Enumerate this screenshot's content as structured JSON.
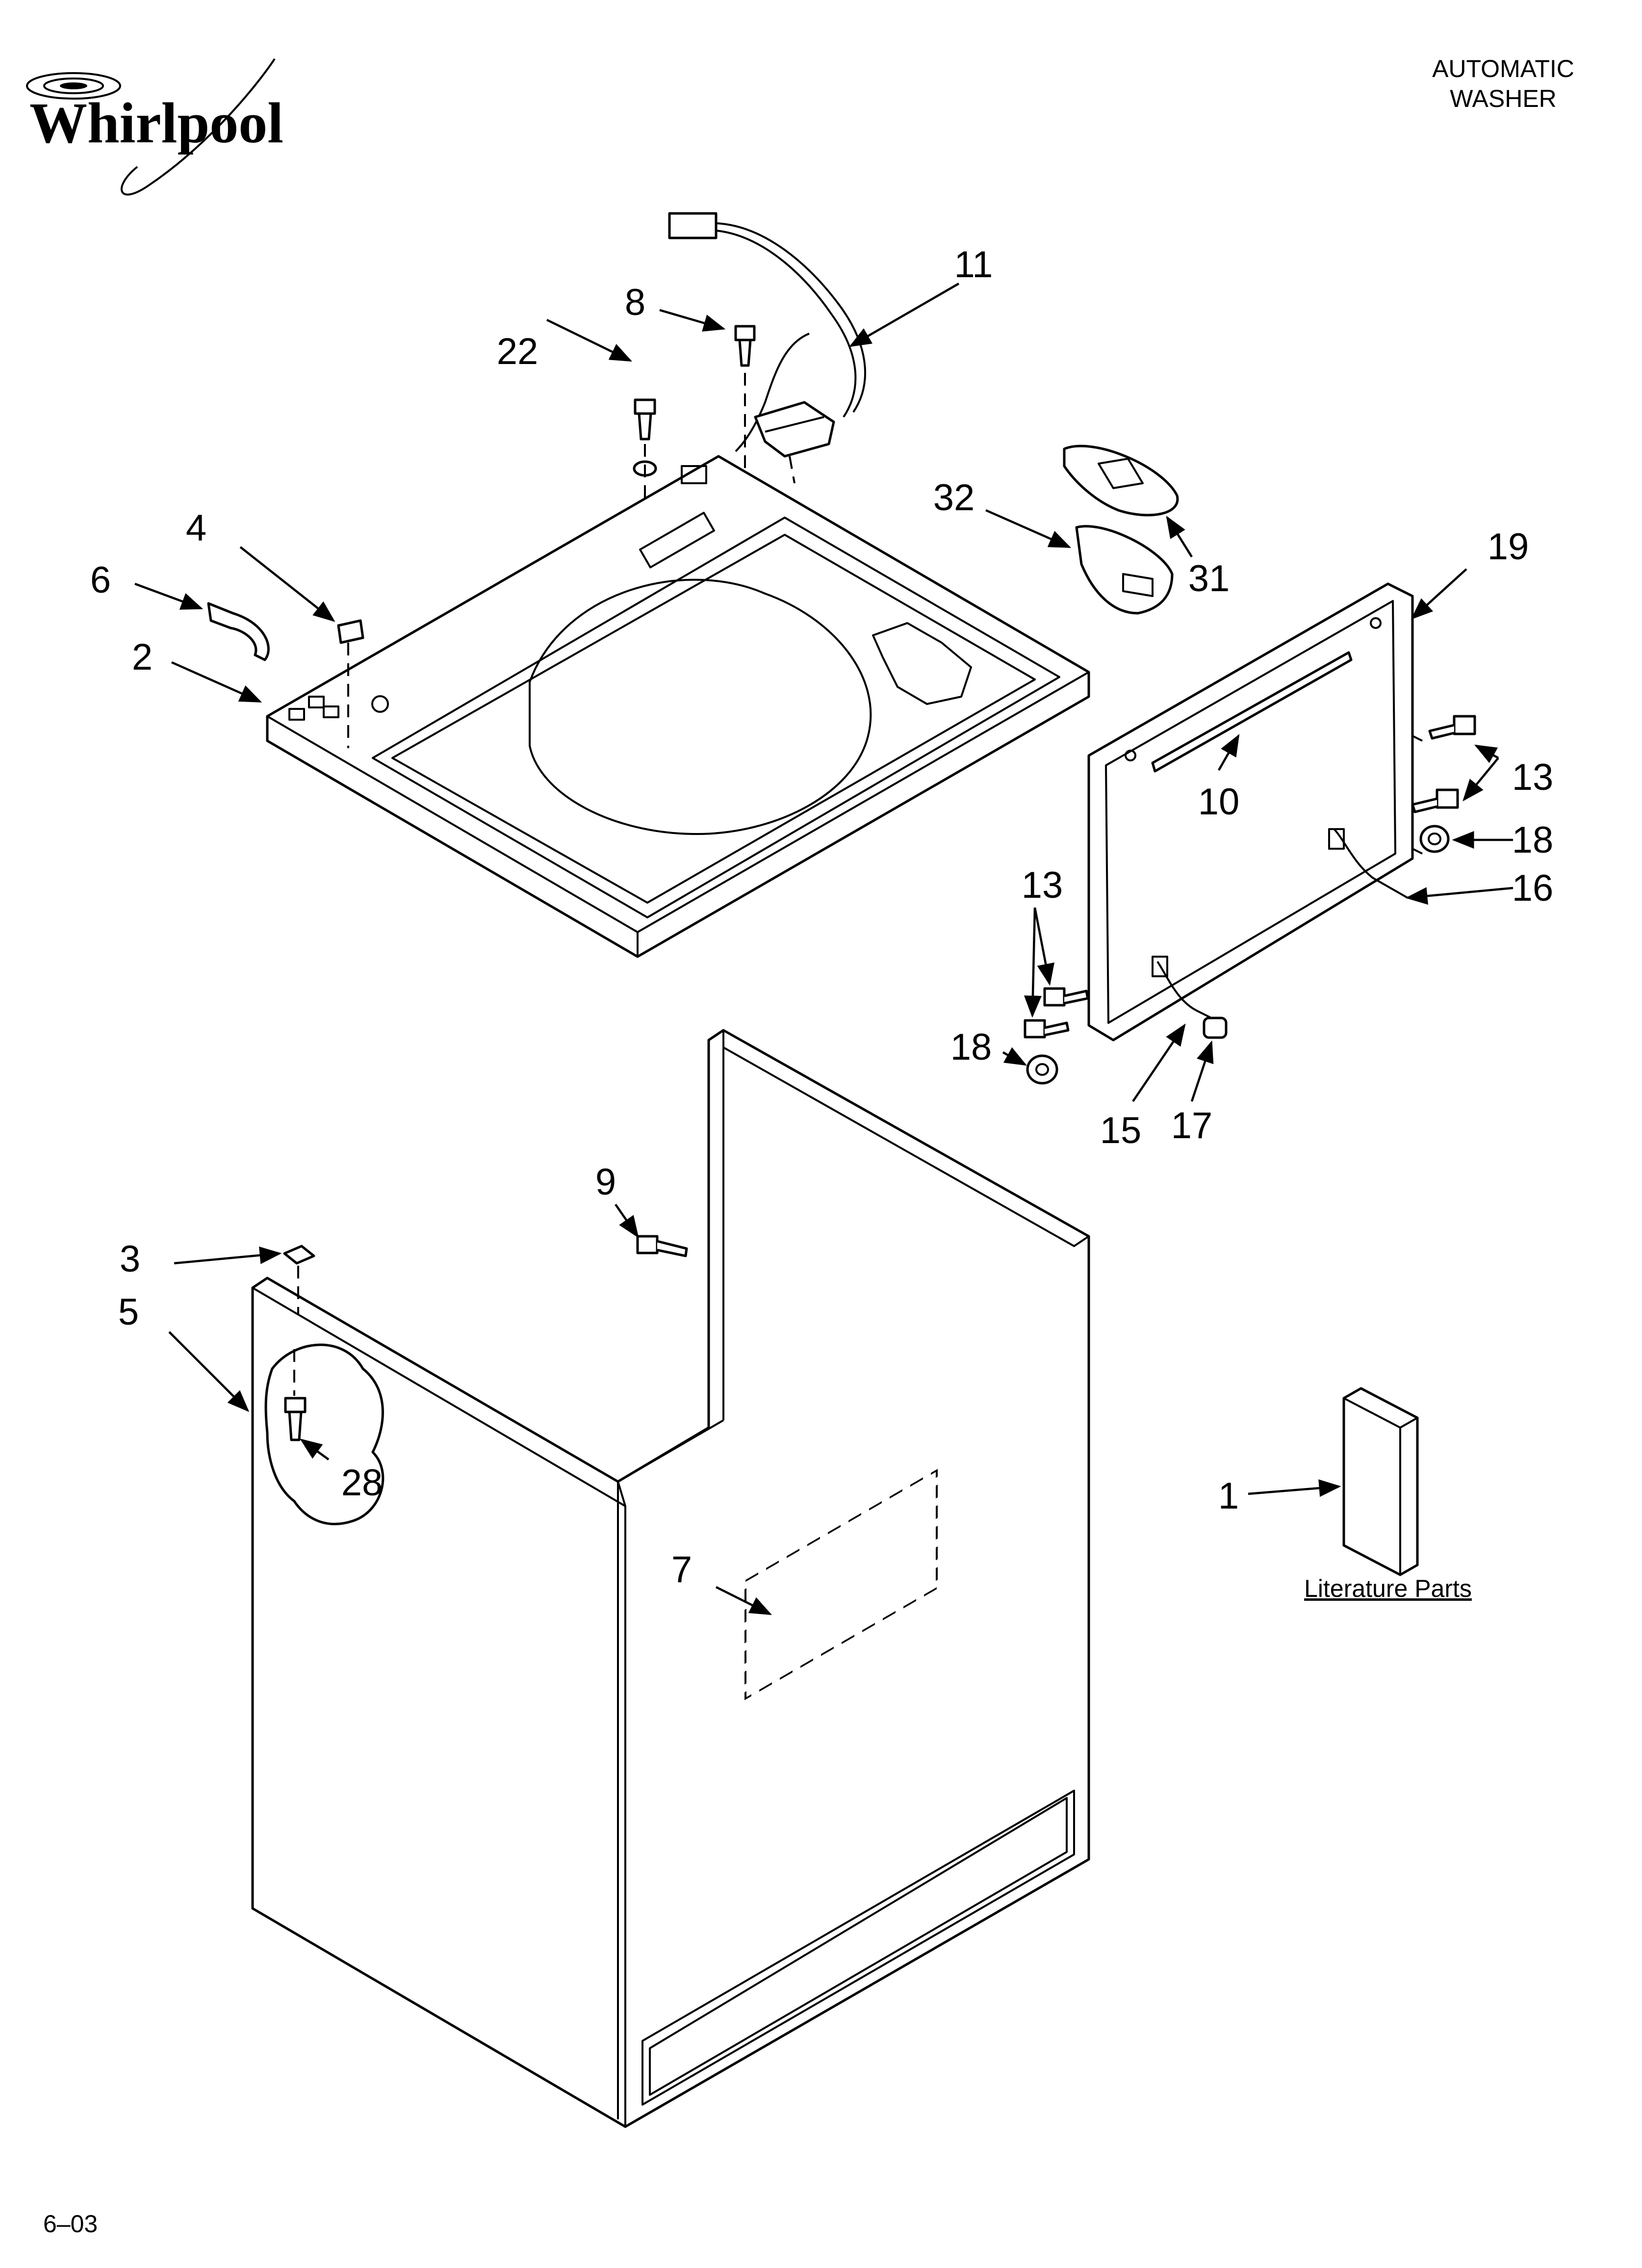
{
  "header": {
    "brand": "Whirlpool",
    "title_line1": "AUTOMATIC",
    "title_line2": "WASHER"
  },
  "footer": {
    "code": "6–03"
  },
  "literature": {
    "caption": "Literature Parts"
  },
  "callouts": [
    {
      "id": "11",
      "text": "11"
    },
    {
      "id": "8",
      "text": "8"
    },
    {
      "id": "22",
      "text": "22"
    },
    {
      "id": "32",
      "text": "32"
    },
    {
      "id": "31",
      "text": "31"
    },
    {
      "id": "19",
      "text": "19"
    },
    {
      "id": "4",
      "text": "4"
    },
    {
      "id": "6",
      "text": "6"
    },
    {
      "id": "2",
      "text": "2"
    },
    {
      "id": "10",
      "text": "10"
    },
    {
      "id": "13a",
      "text": "13"
    },
    {
      "id": "18a",
      "text": "18"
    },
    {
      "id": "16",
      "text": "16"
    },
    {
      "id": "13b",
      "text": "13"
    },
    {
      "id": "18b",
      "text": "18"
    },
    {
      "id": "15",
      "text": "15"
    },
    {
      "id": "17",
      "text": "17"
    },
    {
      "id": "9",
      "text": "9"
    },
    {
      "id": "3",
      "text": "3"
    },
    {
      "id": "5",
      "text": "5"
    },
    {
      "id": "28",
      "text": "28"
    },
    {
      "id": "1",
      "text": "1"
    },
    {
      "id": "7",
      "text": "7"
    }
  ]
}
